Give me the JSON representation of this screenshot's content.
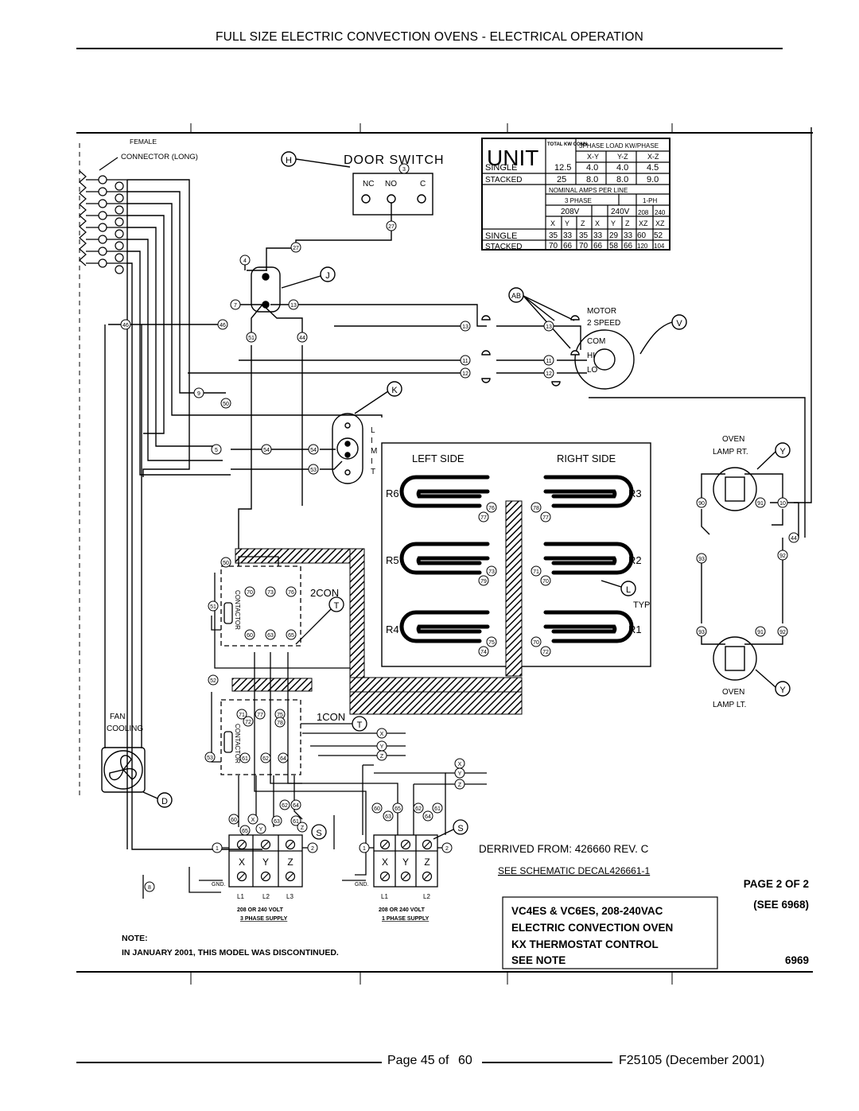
{
  "header": {
    "title": "FULL SIZE ELECTRIC CONVECTION OVENS - ELECTRICAL OPERATION"
  },
  "footer": {
    "page_label": "Page 45 of",
    "page_total": "60",
    "doc_code": "F25105 (December 2001)"
  },
  "diagram": {
    "connector_label": [
      "FEMALE",
      "CONNECTOR (LONG)"
    ],
    "door_switch_title": "DOOR SWITCH",
    "door_switch_contacts": [
      "NC",
      "NO",
      "C"
    ],
    "motor_labels": [
      "MOTOR",
      "2 SPEED"
    ],
    "motor_taps": [
      "COM",
      "HI",
      "LO"
    ],
    "limit_letters": [
      "L",
      "I",
      "M",
      "I",
      "T"
    ],
    "left_side": "LEFT SIDE",
    "right_side": "RIGHT SIDE",
    "elements": [
      "R6",
      "R5",
      "R4",
      "R3",
      "R2",
      "R1"
    ],
    "typ": "TYP",
    "oven_lamp_rt": [
      "OVEN",
      "LAMP RT."
    ],
    "oven_lamp_lt": [
      "OVEN",
      "LAMP LT."
    ],
    "contactor_2": "2CON",
    "contactor_1": "1CON",
    "contactor_word": "CONTACTOR",
    "fan_label": [
      "FAN",
      "COOLING"
    ],
    "xyz": [
      "X",
      "Y",
      "Z"
    ],
    "gnd": "GND.",
    "lines": [
      "L1",
      "L2",
      "L3"
    ],
    "supply_3ph": [
      "208 OR 240 VOLT",
      "3 PHASE SUPPLY"
    ],
    "supply_1ph": [
      "208 OR 240 VOLT",
      "1 PHASE SUPPLY"
    ],
    "derived_from": "DERRIVED FROM: 426660 REV. C",
    "see_schematic": "SEE SCHEMATIC DECAL426661-1",
    "page_of": "PAGE 2 OF 2",
    "see_ref": "(SEE 6968)",
    "title_block": [
      "VC4ES & VC6ES, 208-240VAC",
      "ELECTRIC CONVECTION OVEN",
      "KX THERMOSTAT CONTROL",
      "SEE NOTE"
    ],
    "drawing_number": "6969",
    "note_heading": "NOTE:",
    "note_text": "IN JANUARY 2001, THIS MODEL WAS DISCONTINUED.",
    "callout_letters": [
      "H",
      "J",
      "AB",
      "V",
      "K",
      "Y",
      "Y",
      "L",
      "T",
      "T",
      "D",
      "S",
      "S"
    ],
    "unit_table": {
      "unit_label": "UNIT",
      "header_cells": [
        "TOTAL KW CONN.",
        "3PHASE LOAD KW/PHASE"
      ],
      "kw_phase_cols": [
        "X-Y",
        "Y-Z",
        "X-Z"
      ],
      "single_kw": [
        "SINGLE",
        "12.5",
        "4.0",
        "4.0",
        "4.5"
      ],
      "stacked_kw": [
        "STACKED",
        "25",
        "8.0",
        "8.0",
        "9.0"
      ],
      "amps_heading": "NOMINAL AMPS PER LINE",
      "phase_heads": [
        "3 PHASE",
        "1-PH"
      ],
      "volt_heads": [
        "208V",
        "240V",
        "208",
        "240"
      ],
      "amp_cols": [
        "X",
        "Y",
        "Z",
        "X",
        "Y",
        "Z",
        "XZ",
        "XZ"
      ],
      "single_amps": [
        "SINGLE",
        "35",
        "33",
        "35",
        "33",
        "29",
        "33",
        "60",
        "52"
      ],
      "stacked_amps": [
        "STACKED",
        "70",
        "66",
        "70",
        "66",
        "58",
        "66",
        "120",
        "104"
      ]
    }
  }
}
